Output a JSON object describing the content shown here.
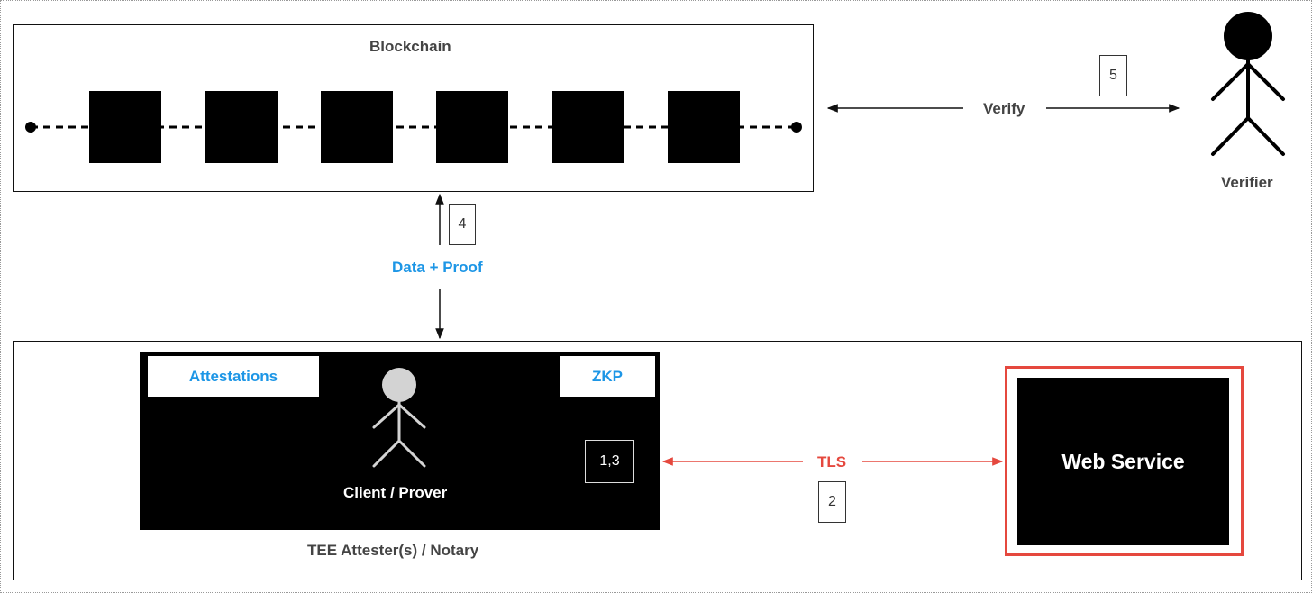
{
  "blockchain": {
    "title": "Blockchain",
    "blocks": [
      "",
      "",
      "",
      "",
      "",
      ""
    ]
  },
  "verify": {
    "label": "Verify",
    "step": "5"
  },
  "verifier": {
    "label": "Verifier"
  },
  "data_proof": {
    "label": "Data + Proof",
    "step": "4"
  },
  "tee": {
    "label": "TEE Attester(s) / Notary",
    "attestations": "Attestations",
    "zkp": "ZKP",
    "client_label": "Client / Prover",
    "step": "1,3"
  },
  "tls": {
    "label": "TLS",
    "step": "2"
  },
  "web_service": {
    "label": "Web Service"
  },
  "colors": {
    "blue": "#1d96e6",
    "red": "#e5483e",
    "black": "#000000"
  },
  "icons": [
    "stick-figure-icon",
    "arrow-icon"
  ]
}
